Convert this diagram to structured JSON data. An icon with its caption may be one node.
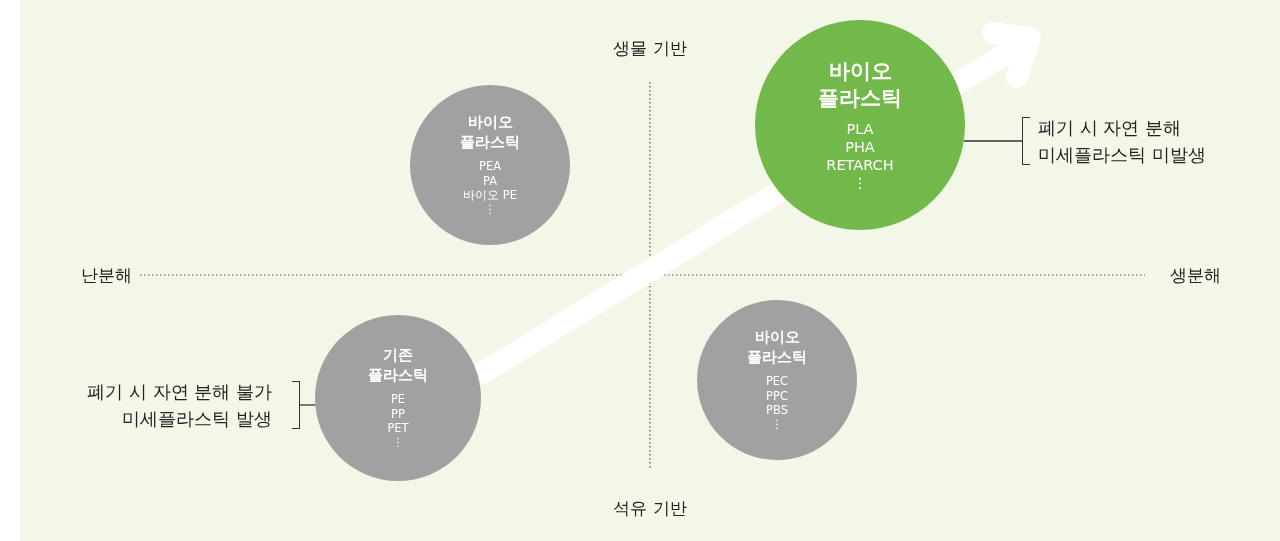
{
  "diagram": {
    "nodes": [
      {
        "text": [
          "바이오 플라스틱",
          "PEA",
          "PA",
          "바이오 PE",
          "⋮"
        ]
      },
      {
        "text": [
          "바이오 플라스틱",
          "PLA",
          "PHA",
          "RETARCH",
          "⋮"
        ]
      },
      {
        "text": [
          "폐기 시 자연 분해",
          "미세플라스틱 미발생"
        ]
      },
      {
        "text": [
          "폐기 시 자연 분해 불가",
          "미세플라스틱 발생"
        ]
      },
      {
        "text": [
          "기존 플라스틱",
          "PE",
          "PP",
          "PET",
          "⋮"
        ]
      },
      {
        "text": [
          "바이오 플라스틱",
          "PEC",
          "PPC",
          "PBS",
          "⋮"
        ]
      }
    ],
    "edges": [
      {
        "from": 2,
        "to": 1,
        "arrow": "none"
      },
      {
        "from": 3,
        "to": 4,
        "arrow": "none"
      }
    ],
    "labels": [
      "생물 기반",
      "난분해",
      "생분해",
      "석유 기반"
    ]
  }
}
